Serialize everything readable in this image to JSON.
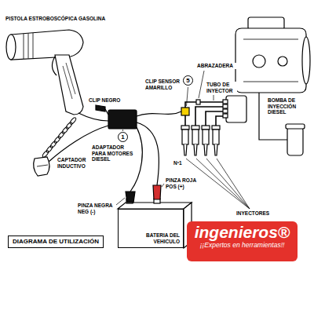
{
  "diagram": {
    "title": "DIAGRAMA DE UTILIZACIÓN",
    "nodes": [
      {
        "text": [
          "5"
        ]
      },
      {
        "text": [
          "1"
        ]
      },
      {
        "text": [
          "BATERIA DEL VEHICULO"
        ]
      },
      {
        "text": [
          "ingenieros®",
          "¡¡Expertos en herramientas!!"
        ]
      }
    ],
    "labels": [
      "PISTOLA ESTROBOSCÓPICA GASOLINA",
      "CLIP SENSOR AMARILLO",
      "ABRAZADERA",
      "TUBO DE INYECTOR",
      "BOMBA DE INYECCIÓN DIESEL",
      "CLIP NEGRO",
      "ADAPTADOR PARA MOTORES DIESEL",
      "CAPTADOR INDUCTIVO",
      "Nº1",
      "PINZA ROJA POS (+)",
      "PINZA NEGRA NEG (-)",
      "INYECTORES"
    ]
  }
}
